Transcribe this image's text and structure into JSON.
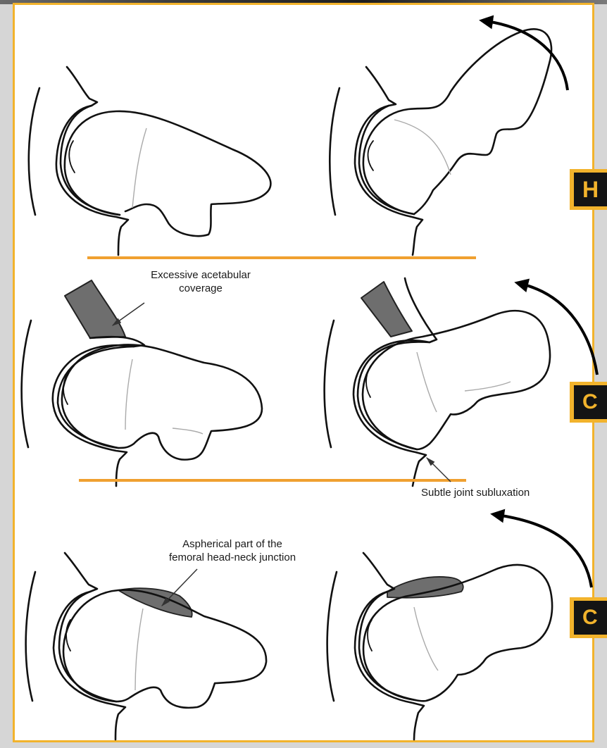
{
  "labels": {
    "excessive_line1": "Excessive acetabular",
    "excessive_line2": "coverage",
    "subluxation": "Subtle joint subluxation",
    "aspherical_line1": "Aspherical part of the",
    "aspherical_line2": "femoral head-neck junction"
  },
  "tags": [
    "H",
    "C",
    "C"
  ],
  "colors": {
    "accent": "#f2b32c",
    "guide_line": "#f0a030",
    "shaded_region": "#6e6e6e",
    "tag_background": "#141414"
  },
  "icons": [
    "rotation-arrow-icon"
  ]
}
